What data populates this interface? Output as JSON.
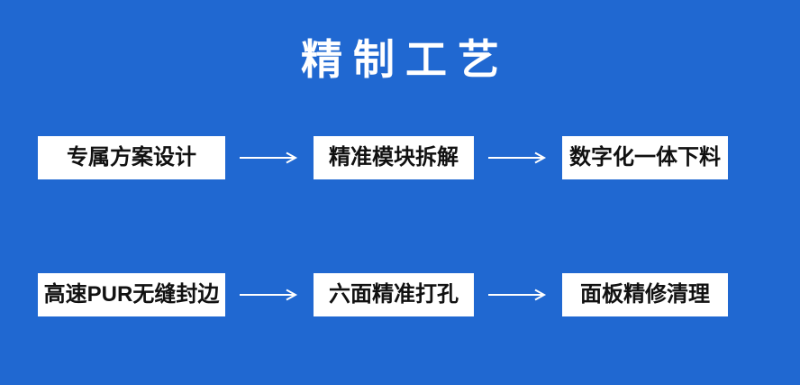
{
  "poster": {
    "background_color": "#2068d1",
    "box_fill_color": "#ffffff",
    "box_text_color": "#111111",
    "title_color": "#ffffff",
    "arrow_color": "#ffffff",
    "title": "精制工艺"
  },
  "flow": {
    "rows": [
      {
        "row_index": 1,
        "steps": [
          {
            "order": 1,
            "label": "专属方案设计"
          },
          {
            "order": 2,
            "label": "精准模块拆解"
          },
          {
            "order": 3,
            "label": "数字化一体下料"
          }
        ],
        "connectors": [
          {
            "icon": "arrow-right-icon"
          },
          {
            "icon": "arrow-right-icon"
          }
        ]
      },
      {
        "row_index": 2,
        "steps": [
          {
            "order": 4,
            "label": "高速PUR无缝封边"
          },
          {
            "order": 5,
            "label": "六面精准打孔"
          },
          {
            "order": 6,
            "label": "面板精修清理"
          }
        ],
        "connectors": [
          {
            "icon": "arrow-right-icon"
          },
          {
            "icon": "arrow-right-icon"
          }
        ]
      }
    ]
  }
}
